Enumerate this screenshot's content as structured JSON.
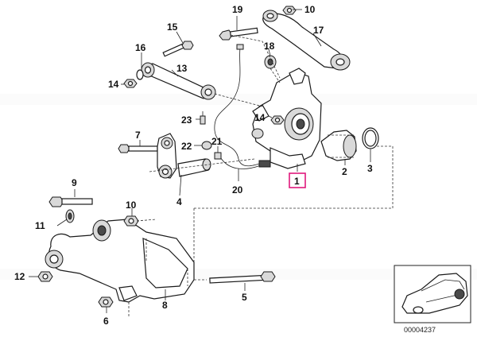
{
  "diagram": {
    "callouts": {
      "c1": "1",
      "c2": "2",
      "c3": "3",
      "c4": "4",
      "c5": "5",
      "c6": "6",
      "c7": "7",
      "c8": "8",
      "c9": "9",
      "c10a": "10",
      "c10b": "10",
      "c11": "11",
      "c12": "12",
      "c13": "13",
      "c14a": "14",
      "c14b": "14",
      "c15": "15",
      "c16": "16",
      "c17": "17",
      "c18": "18",
      "c19": "19",
      "c20": "20",
      "c21": "21",
      "c22": "22",
      "c23": "23"
    },
    "highlight_color": "#e0197d",
    "reference_number": "00004237"
  }
}
